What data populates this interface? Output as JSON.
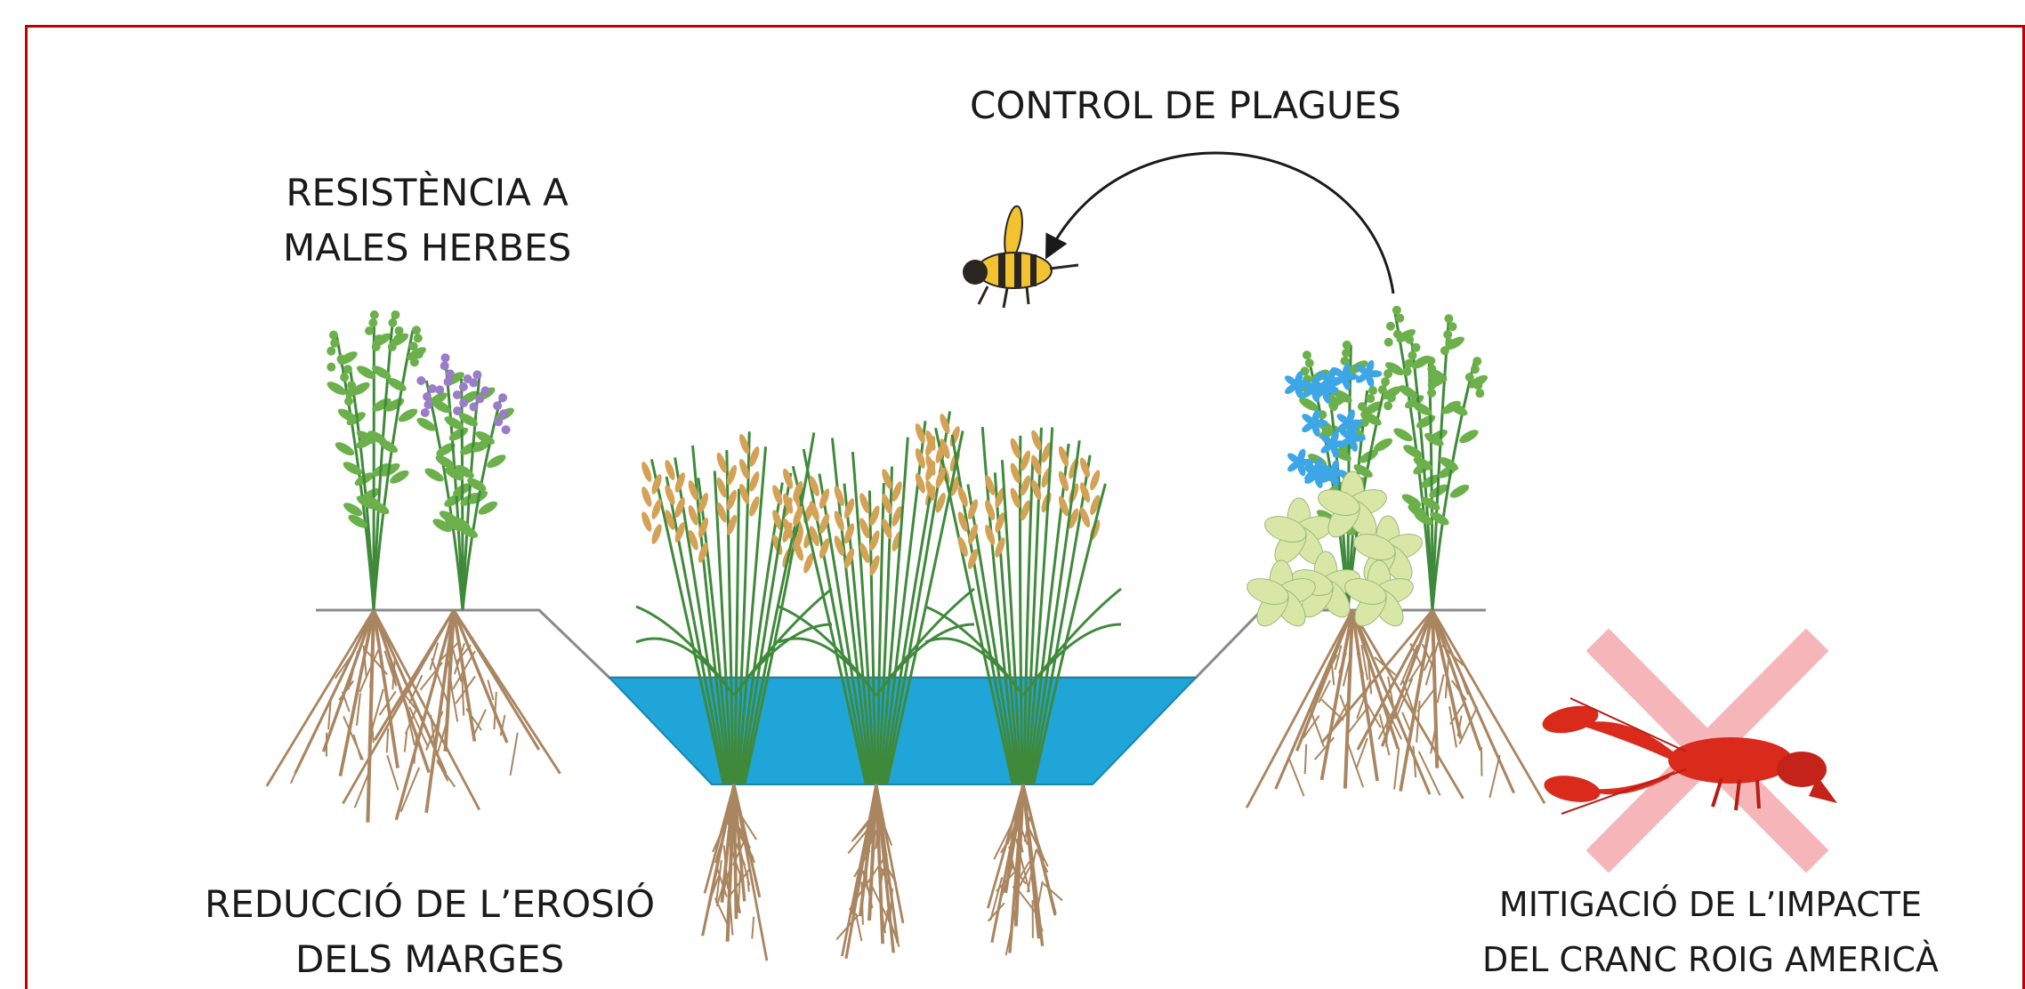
{
  "labels": {
    "pest_control": "CONTROL DE PLAGUES",
    "weed_resistance": [
      "RESISTÈNCIA A",
      "MALES HERBES"
    ],
    "erosion_reduction": [
      "REDUCCIÓ DE L’EROSIÓ",
      "DELS MARGES"
    ],
    "crayfish_mitigation": [
      "MITIGACIÓ DE L’IMPACTE",
      "DEL CRANC ROIG AMERICÀ"
    ]
  },
  "colors": {
    "frame": "#c00000",
    "water": "#1fa5d8",
    "stem": "#3f8a3a",
    "leaf": "#6bb04a",
    "grain": "#d4a257",
    "root": "#a98560",
    "lavender": "#9a7cc8",
    "blue_flower": "#3da6e6",
    "pale_flower": "#d8e7a6",
    "cross": "#f6b6b9",
    "crayfish": "#d92a1c",
    "bee_yellow": "#f2c230",
    "bee_dark": "#2a2520"
  },
  "icons": [
    "bee-icon",
    "crayfish-icon",
    "cross-icon",
    "arrow-icon"
  ]
}
